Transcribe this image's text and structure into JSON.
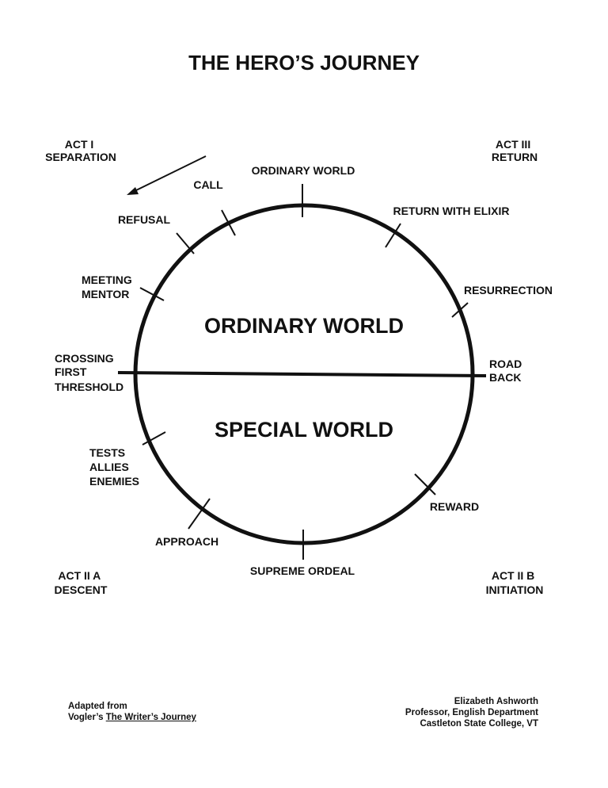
{
  "title": "THE HERO’S JOURNEY",
  "worlds": {
    "upper": "ORDINARY WORLD",
    "lower": "SPECIAL WORLD"
  },
  "acts": {
    "act1": [
      "ACT I",
      "SEPARATION"
    ],
    "act3": [
      "ACT III",
      "RETURN"
    ],
    "act2a": [
      "ACT II A",
      "DESCENT"
    ],
    "act2b": [
      "ACT II B",
      "INITIATION"
    ]
  },
  "stages": {
    "ordinary_world": [
      "ORDINARY  WORLD"
    ],
    "call": [
      "CALL"
    ],
    "refusal": [
      "REFUSAL"
    ],
    "meeting_mentor": [
      "MEETING",
      "MENTOR"
    ],
    "crossing_threshold": [
      "CROSSING",
      "FIRST",
      "THRESHOLD"
    ],
    "tests_allies_enemies": [
      "TESTS",
      "ALLIES",
      "ENEMIES"
    ],
    "approach": [
      "APPROACH"
    ],
    "supreme_ordeal": [
      "SUPREME ORDEAL"
    ],
    "reward": [
      "REWARD"
    ],
    "road_back": [
      "ROAD",
      "BACK"
    ],
    "resurrection": [
      "RESURRECTION"
    ],
    "return_with_elixir": [
      "RETURN WITH ELIXIR"
    ]
  },
  "credits": {
    "left_line1": "Adapted from",
    "left_prefix": "Vogler’s ",
    "left_book": "The Writer’s Journey",
    "right_line1": "Elizabeth Ashworth",
    "right_line2": "Professor, English Department",
    "right_line3": "Castleton State College, VT"
  }
}
